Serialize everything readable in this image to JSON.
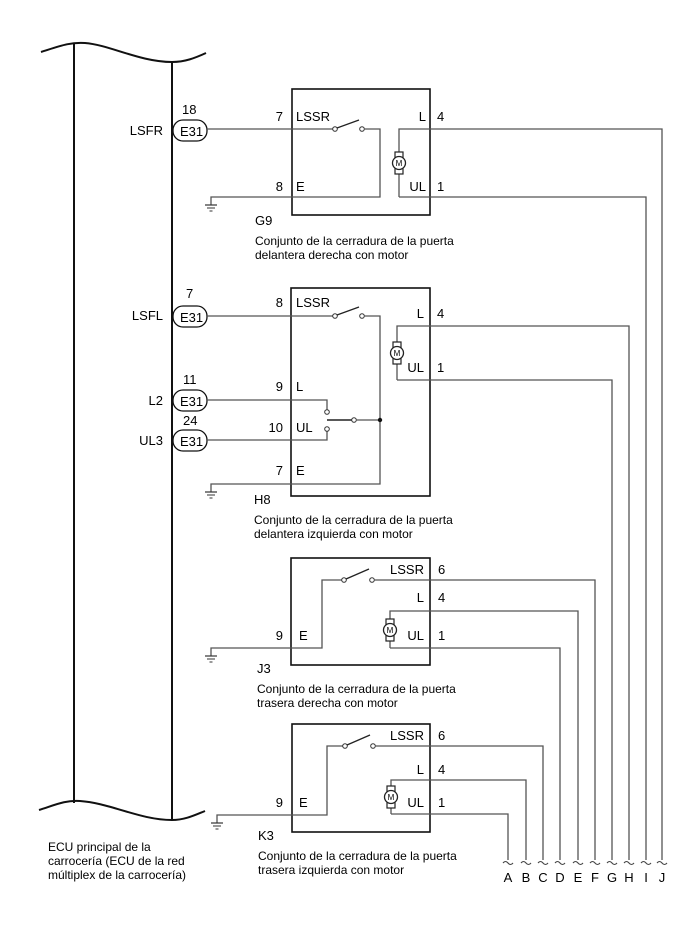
{
  "ecu": {
    "caption_lines": [
      "ECU principal de la",
      "carrocería (ECU de la red",
      "múltiplex de la carrocería)"
    ],
    "terminals": [
      {
        "signal": "LSFR",
        "pin": "18",
        "connector": "E31"
      },
      {
        "signal": "LSFL",
        "pin": "7",
        "connector": "E31"
      },
      {
        "signal": "L2",
        "pin": "11",
        "connector": "E31"
      },
      {
        "signal": "UL3",
        "pin": "24",
        "connector": "E31"
      }
    ]
  },
  "components": [
    {
      "code": "G9",
      "caption_lines": [
        "Conjunto de la cerradura de la puerta",
        "delantera derecha con motor"
      ],
      "left_pins": [
        {
          "pin": "7",
          "label": "LSSR"
        },
        {
          "pin": "8",
          "label": "E"
        }
      ],
      "right_pins": [
        {
          "pin": "4",
          "label": "L"
        },
        {
          "pin": "1",
          "label": "UL"
        }
      ]
    },
    {
      "code": "H8",
      "caption_lines": [
        "Conjunto de la cerradura de la puerta",
        "delantera izquierda con motor"
      ],
      "left_pins": [
        {
          "pin": "8",
          "label": "LSSR"
        },
        {
          "pin": "9",
          "label": "L"
        },
        {
          "pin": "10",
          "label": "UL"
        },
        {
          "pin": "7",
          "label": "E"
        }
      ],
      "right_pins": [
        {
          "pin": "4",
          "label": "L"
        },
        {
          "pin": "1",
          "label": "UL"
        }
      ]
    },
    {
      "code": "J3",
      "caption_lines": [
        "Conjunto de la cerradura de la puerta",
        "trasera derecha con motor"
      ],
      "left_pins": [
        {
          "pin": "9",
          "label": "E"
        }
      ],
      "right_pins": [
        {
          "pin": "6",
          "label": "LSSR"
        },
        {
          "pin": "4",
          "label": "L"
        },
        {
          "pin": "1",
          "label": "UL"
        }
      ]
    },
    {
      "code": "K3",
      "caption_lines": [
        "Conjunto de la cerradura de la puerta",
        "trasera izquierda con motor"
      ],
      "left_pins": [
        {
          "pin": "9",
          "label": "E"
        }
      ],
      "right_pins": [
        {
          "pin": "6",
          "label": "LSSR"
        },
        {
          "pin": "4",
          "label": "L"
        },
        {
          "pin": "1",
          "label": "UL"
        }
      ]
    }
  ],
  "motor_symbol": "M",
  "continuation_labels": [
    "A",
    "B",
    "C",
    "D",
    "E",
    "F",
    "G",
    "H",
    "I",
    "J"
  ]
}
